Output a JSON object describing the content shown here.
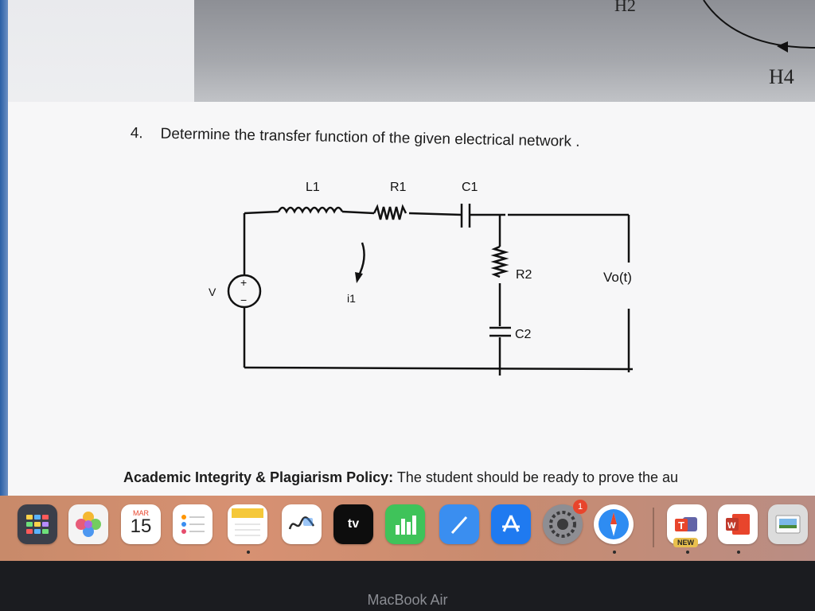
{
  "header_image": {
    "label_top": "H2",
    "label_bottom": "H4"
  },
  "question": {
    "number": "4.",
    "text": "Determine the transfer function of the given electrical network ."
  },
  "circuit": {
    "l1": "L1",
    "r1": "R1",
    "c1": "C1",
    "r2": "R2",
    "c2": "C2",
    "source": "V",
    "plus": "+",
    "minus": "−",
    "current": "i1",
    "output": "Vo(t)"
  },
  "policy": {
    "heading": "Academic Integrity & Plagiarism Policy:",
    "text": "The student should be ready to prove the au"
  },
  "dock": {
    "calendar_month": "MAR",
    "calendar_day": "15",
    "tv_label": "tv",
    "settings_badge": "1",
    "teams_tag": "NEW",
    "word_label": "W"
  },
  "bezel": {
    "label": "MacBook Air"
  }
}
